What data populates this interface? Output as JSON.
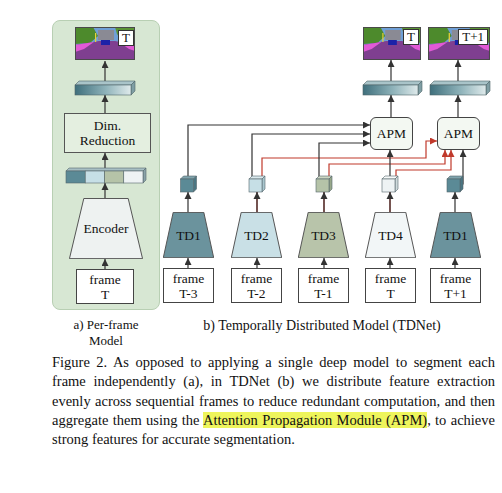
{
  "diagram": {
    "caption": "Figure 2. As opposed to applying a single deep model to segment each frame independently (a), in TDNet (b) we distribute feature extraction evenly across sequential frames to reduce redundant computation, and then aggregate them using the Attention Propagation Module (APM), to achieve strong features for accurate segmentation.",
    "nodes": [
      {
        "text": [
          "a) Per-frame Model"
        ]
      },
      {
        "text": [
          "T"
        ],
        "in": 0
      },
      {
        "text": [
          "Dim. Reduction"
        ],
        "in": 0
      },
      {
        "text": [
          "Encoder"
        ],
        "in": 0
      },
      {
        "text": [
          "frame T"
        ],
        "in": 0
      },
      {
        "text": [
          "T"
        ]
      },
      {
        "text": [
          "T+1"
        ]
      },
      {
        "text": [
          "APM"
        ]
      },
      {
        "text": [
          "APM"
        ]
      },
      {
        "text": [
          "TD1"
        ]
      },
      {
        "text": [
          "TD2"
        ]
      },
      {
        "text": [
          "TD3"
        ]
      },
      {
        "text": [
          "TD4"
        ]
      },
      {
        "text": [
          "TD1"
        ]
      },
      {
        "text": [
          "frame T-3"
        ]
      },
      {
        "text": [
          "frame T-2"
        ]
      },
      {
        "text": [
          "frame T-1"
        ]
      },
      {
        "text": [
          "frame T"
        ]
      },
      {
        "text": [
          "frame T+1"
        ]
      }
    ],
    "edges": [
      {
        "from": 4,
        "to": 3,
        "arrow": "to"
      },
      {
        "from": 3,
        "to": 2,
        "arrow": "to"
      },
      {
        "from": 2,
        "to": 1,
        "arrow": "to"
      },
      {
        "from": 14,
        "to": 9,
        "arrow": "to"
      },
      {
        "from": 15,
        "to": 10,
        "arrow": "to"
      },
      {
        "from": 16,
        "to": 11,
        "arrow": "to"
      },
      {
        "from": 17,
        "to": 12,
        "arrow": "to"
      },
      {
        "from": 18,
        "to": 13,
        "arrow": "to"
      },
      {
        "from": 9,
        "to": 7,
        "arrow": "to"
      },
      {
        "from": 10,
        "to": 7,
        "arrow": "to"
      },
      {
        "from": 11,
        "to": 7,
        "arrow": "to"
      },
      {
        "from": 12,
        "to": 7,
        "arrow": "to"
      },
      {
        "from": 10,
        "to": 8,
        "arrow": "to"
      },
      {
        "from": 11,
        "to": 8,
        "arrow": "to"
      },
      {
        "from": 12,
        "to": 8,
        "arrow": "to"
      },
      {
        "from": 13,
        "to": 8,
        "arrow": "to"
      },
      {
        "from": 7,
        "to": 5,
        "arrow": "to"
      },
      {
        "from": 8,
        "to": 6,
        "arrow": "to"
      }
    ],
    "labels": [
      "b) Temporally Distributed Model (TDNet)"
    ]
  }
}
